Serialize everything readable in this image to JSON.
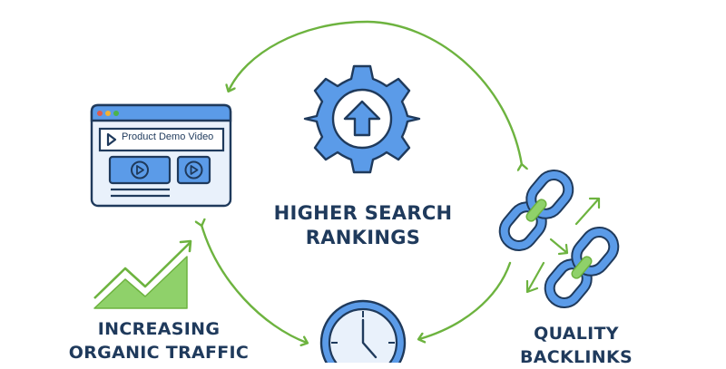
{
  "diagram": {
    "type": "cycle",
    "colors": {
      "icon_fill": "#5b9be8",
      "icon_light": "#dce9f9",
      "outline": "#1f3a5c",
      "arrow_green": "#6db33f",
      "chart_green": "#8fd16a",
      "text": "#1f3a5c"
    },
    "center": {
      "icon": "gear-with-up-arrow-icon",
      "label_line1": "HIGHER SEARCH",
      "label_line2": "RANKINGS"
    },
    "nodes": [
      {
        "id": "video",
        "icon": "browser-window-video-icon",
        "browser_title": "Product Demo Video"
      },
      {
        "id": "backlinks",
        "icon": "chain-link-icon",
        "label_line1": "QUALITY",
        "label_line2": "BACKLINKS"
      },
      {
        "id": "time",
        "icon": "clock-icon"
      },
      {
        "id": "traffic",
        "icon": "rising-chart-icon",
        "label_line1": "INCREASING",
        "label_line2": "ORGANIC TRAFFIC"
      }
    ]
  }
}
